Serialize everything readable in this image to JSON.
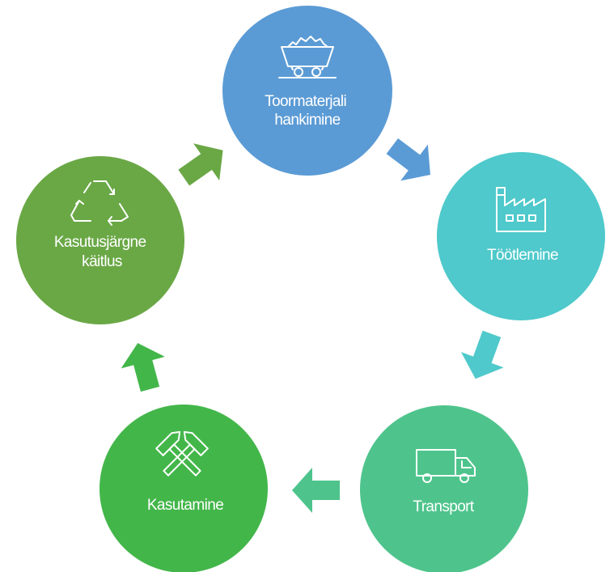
{
  "diagram": {
    "stages": [
      {
        "id": "raw-material",
        "label_lines": [
          "Toormaterjali",
          "hankimine"
        ],
        "icon": "mine-cart-icon",
        "color": "#5b9bd5"
      },
      {
        "id": "processing",
        "label_lines": [
          "Töötlemine"
        ],
        "icon": "factory-icon",
        "color": "#4fc9cb"
      },
      {
        "id": "transport",
        "label_lines": [
          "Transport"
        ],
        "icon": "truck-icon",
        "color": "#4ec48c"
      },
      {
        "id": "usage",
        "label_lines": [
          "Kasutamine"
        ],
        "icon": "crossed-hammers-icon",
        "color": "#43b64a"
      },
      {
        "id": "end-of-life",
        "label_lines": [
          "Kasutusjärgne",
          "käitlus"
        ],
        "icon": "recycle-icon",
        "color": "#6aa846"
      }
    ],
    "arrow_colors": [
      "#5b9bd5",
      "#4fc9cb",
      "#4ec48c",
      "#43b64a",
      "#6aa846"
    ]
  }
}
